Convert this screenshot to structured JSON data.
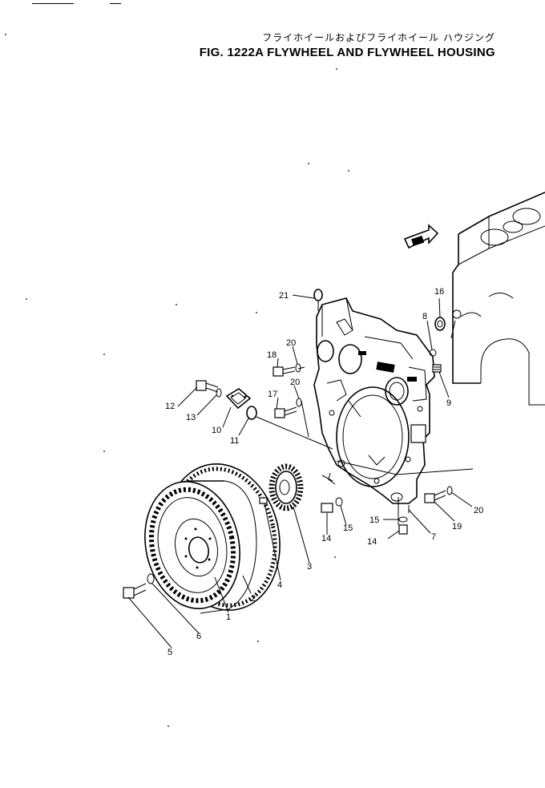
{
  "header": {
    "title_jp": "フライホイールおよびフライホイール ハウジング",
    "title_en": "FIG. 1222A  FLYWHEEL AND FLYWHEEL HOUSING"
  },
  "callouts": {
    "c1": "1",
    "c2": "2",
    "c3": "3",
    "c4": "4",
    "c5": "5",
    "c6": "6",
    "c7": "7",
    "c8": "8",
    "c9": "9",
    "c10": "10",
    "c11": "11",
    "c12": "12",
    "c13": "13",
    "c14a": "14",
    "c14b": "14",
    "c15a": "15",
    "c15b": "15",
    "c16": "16",
    "c17": "17",
    "c18": "18",
    "c19": "19",
    "c20a": "20",
    "c20b": "20",
    "c20c": "20",
    "c21": "21"
  },
  "colors": {
    "ink": "#000000",
    "paper": "#ffffff"
  }
}
